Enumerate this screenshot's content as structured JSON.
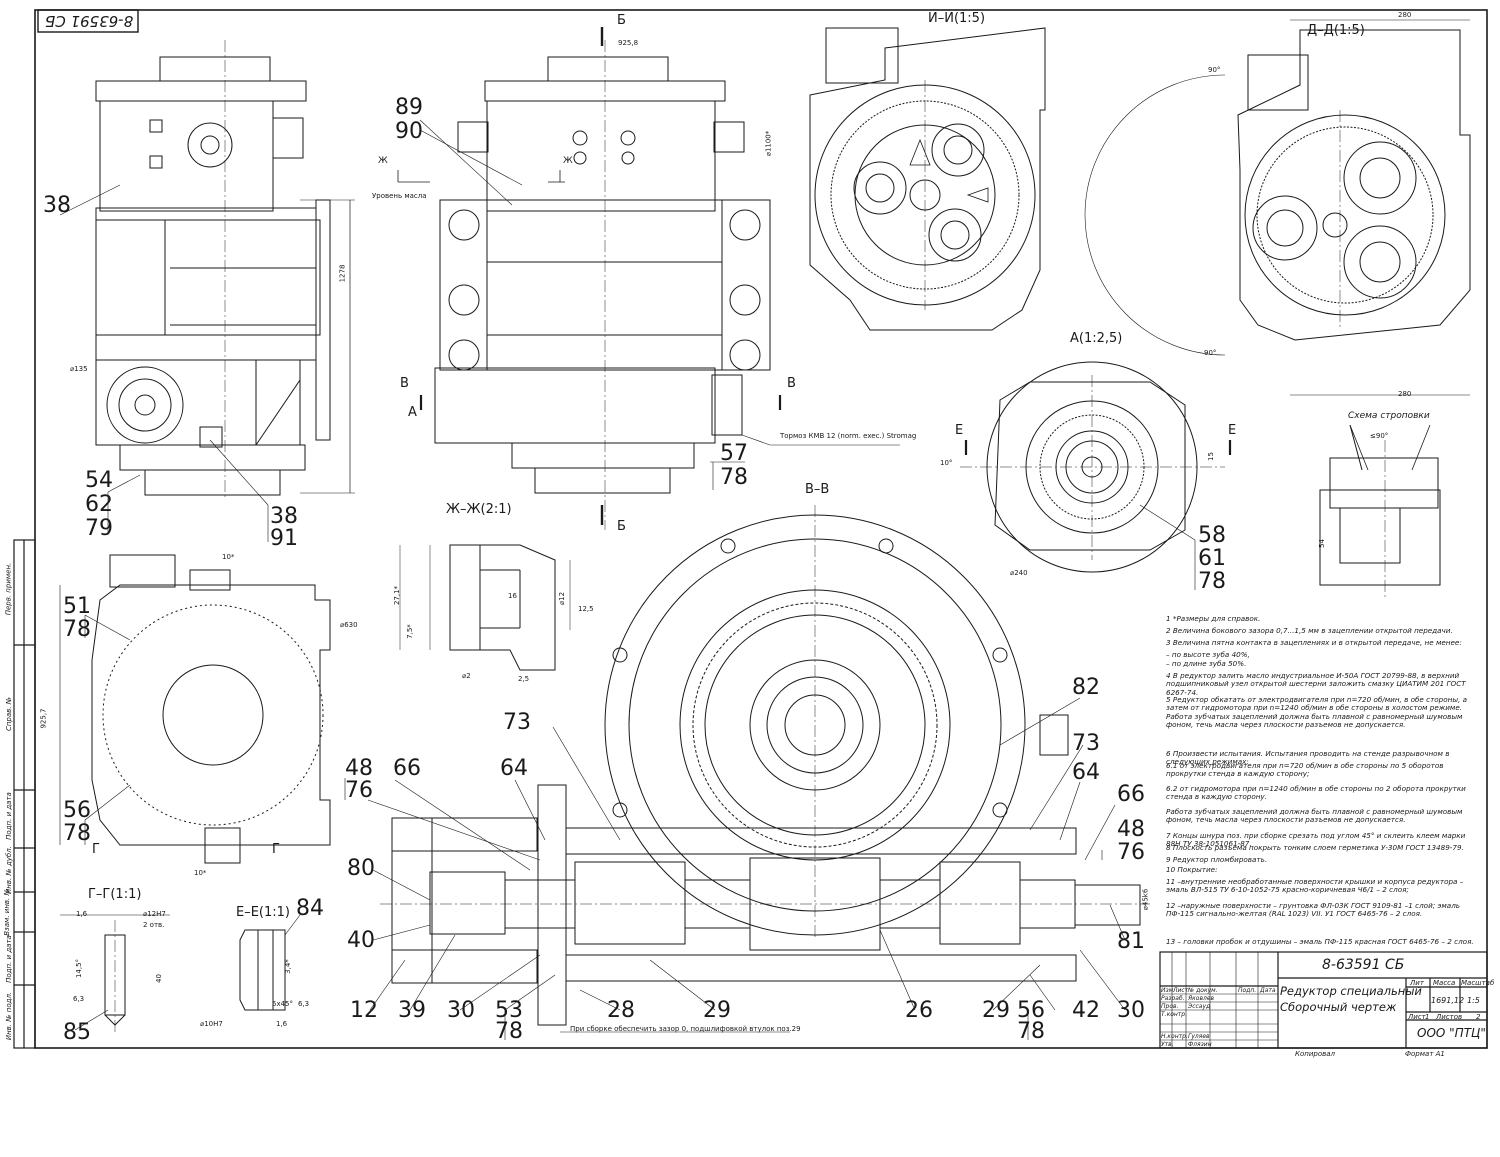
{
  "doc_number": "8-63591 СБ",
  "doc_number_rotated": "8-63591 СБ",
  "section_labels": {
    "b_top": "Б",
    "b_bottom": "Б",
    "ii": "И–И(1:5)",
    "dd": "Д–Д(1:5)",
    "a_detail": "А(1:2,5)",
    "zh_zh": "Ж–Ж(2:1)",
    "vv": "В–В",
    "gg": "Г–Г(1:1)",
    "ee": "Е–Е(1:1)",
    "zh_left": "Ж",
    "zh_right": "Ж",
    "v_left": "В",
    "v_right": "В",
    "a_arrow": "А",
    "e_left": "Е",
    "e_right": "Е",
    "g_left": "Г",
    "g_right": "Г",
    "sling": "Схема строповки"
  },
  "dimensions": {
    "d925_8": "925,8",
    "d1278": "1278",
    "d135": "⌀135",
    "d1100": "⌀1100*",
    "d630": "⌀630",
    "d925_7": "925,7",
    "d10_top": "10*",
    "d10_bot": "10*",
    "d280_top": "280",
    "d280_bot": "280",
    "d90_top": "90°",
    "d90_bot": "90°",
    "d240": "⌀240",
    "d10_a": "10°",
    "d15": "15",
    "d271": "27,1*",
    "d75": "7,5*",
    "d16": "16",
    "d12": "⌀12",
    "d125": "12,5",
    "d2": "⌀2",
    "d25": "2,5",
    "d1_6": "1,6",
    "d12h7": "⌀12Н7",
    "d2holes": "2 отв.",
    "d145": "14,5°",
    "d40": "40",
    "d63": "6,3",
    "d10h7": "⌀10Н7",
    "d34": "3,4*",
    "d5x45": "5х45°",
    "d63b": "6,3",
    "d16b": "1,6",
    "d456": "⌀45k6",
    "d90s": "≤90°",
    "d54": "54",
    "oil_level": "Уровень масла",
    "brake": "Тормоз КМВ 12 (norm. exec.) Stromag",
    "gap_note": "При сборке обеспечить зазор 0, подшлифовкой втулок поз.29"
  },
  "callouts": {
    "c89": "89",
    "c90": "90",
    "c38a": "38",
    "c54": "54",
    "c62": "62",
    "c79": "79",
    "c38b": "38",
    "c91": "91",
    "c57": "57",
    "c78a": "78",
    "c58": "58",
    "c61": "61",
    "c78b": "78",
    "c51": "51",
    "c78c": "78",
    "c56a": "56",
    "c78d": "78",
    "c82": "82",
    "c73a": "73",
    "c73b": "73",
    "c64a": "64",
    "c64b": "64",
    "c48a": "48",
    "c76a": "76",
    "c66a": "66",
    "c66b": "66",
    "c48b": "48",
    "c76b": "76",
    "c80": "80",
    "c40": "40",
    "c12": "12",
    "c39": "39",
    "c30a": "30",
    "c53": "53",
    "c78e": "78",
    "c28": "28",
    "c29a": "29",
    "c26": "26",
    "c29b": "29",
    "c56b": "56",
    "c78f": "78",
    "c42": "42",
    "c30b": "30",
    "c81": "81",
    "c84": "84",
    "c85": "85"
  },
  "notes": [
    "1  *Размеры для справок.",
    "2  Величина бокового зазора 0,7...1,5 мм в зацеплении открытой передачи.",
    "3  Величина пятна контакта в зацеплениях и в открытой передаче, не менее:",
    "  – по высоте зуба 40%,",
    "  – по длине зуба 50%.",
    "4  В редуктор залить масло индустриальное И-50А ГОСТ 20799-88, в  верхний подшипниковый узел открытой шестерни заложить смазку ЦИАТИМ 201 ГОСТ 6267-74.",
    "5  Редуктор обкатать от электродвигателя при n=720 об/мин, в обе стороны, а затем от гидромотора при n=1240 об/мин в обе стороны в холостом режиме. Работа зубчатых зацеплений должна быть плавной с равномерный шумовым фоном, течь масла через плоскости разъемов не допускается.",
    "6  Произвести испытания. Испытания проводить на стенде разрывочном в следующих режимах:",
    "6.1  от электродвигателя при n=720 об/мин в обе стороны по 5 оборотов прокрутки стенда в каждую сторону;",
    "6.2  от гидромотора при n=1240 об/мин в обе стороны по 2 оборота прокрутки стенда в каждую сторону.",
    "Работа зубчатых зацеплений должна быть плавной с равномерный шумовым фоном, течь масла через плоскости разъемов не допускается.",
    "7  Концы шнура поз. при сборке срезать под углом 45° и склеить клеем марки 88Н ТУ 38-1051061-87.",
    "8  Плоскость разъема покрыть тонким слоем герметика У-30М ГОСТ 13489-79.",
    "9  Редуктор пломбировать.",
    "10  Покрытие:",
    "11  –внутренние необработанные поверхности крышки и корпуса редуктора – эмаль ВЛ-515 ТУ 6-10-1052-75 красно-коричневая Ч6/1 – 2 слоя;",
    "12  –наружные поверхности – грунтовка ФЛ-03К ГОСТ 9109-81 –1 слой; эмаль ПФ-115 сигнально-желтая (RAL 1023) VII. У1 ГОСТ 6465-76 – 2 слоя.",
    "13  – головки пробок и отдушины – эмаль ПФ-115 красная ГОСТ 6465-76 – 2 слоя."
  ],
  "title_block": {
    "number": "8-63591 СБ",
    "name_line1": "Редуктор специальный",
    "name_line2": "Сборочный чертеж",
    "lit": "Лит",
    "mass": "Масса",
    "scale": "Масштаб",
    "mass_val": "1691,12",
    "scale_val": "1:5",
    "sheet_label": "Лист",
    "sheet_val": "1",
    "sheets_label": "Листов",
    "sheets_val": "2",
    "company": "ООО \"ПТЦ\"",
    "copied": "Копировал",
    "format": "Формат    А1",
    "col_izm": "Изм",
    "col_list": "Лист",
    "col_doc": "№ докум.",
    "col_sign": "Подп.",
    "col_date": "Дата",
    "row_razrab": "Разраб.",
    "row_prov": "Пров.",
    "row_tkontr": "Т.контр.",
    "row_nkontr": "Н.контр.",
    "row_utv": "Утв.",
    "name_razrab": "Яковлев",
    "name_prov": "Эссауд",
    "name_nkontr": "Гуляев",
    "name_utv": "Флязин"
  },
  "side_stamps": {
    "perv": "Перв. примен.",
    "sprav": "Справ. №",
    "podp1": "Подп. и дата",
    "inv_dubl": "Инв. № дубл.",
    "vzam": "Взам. инв. №",
    "podp2": "Подп. и дата",
    "inv_podl": "Инв. № подл."
  }
}
